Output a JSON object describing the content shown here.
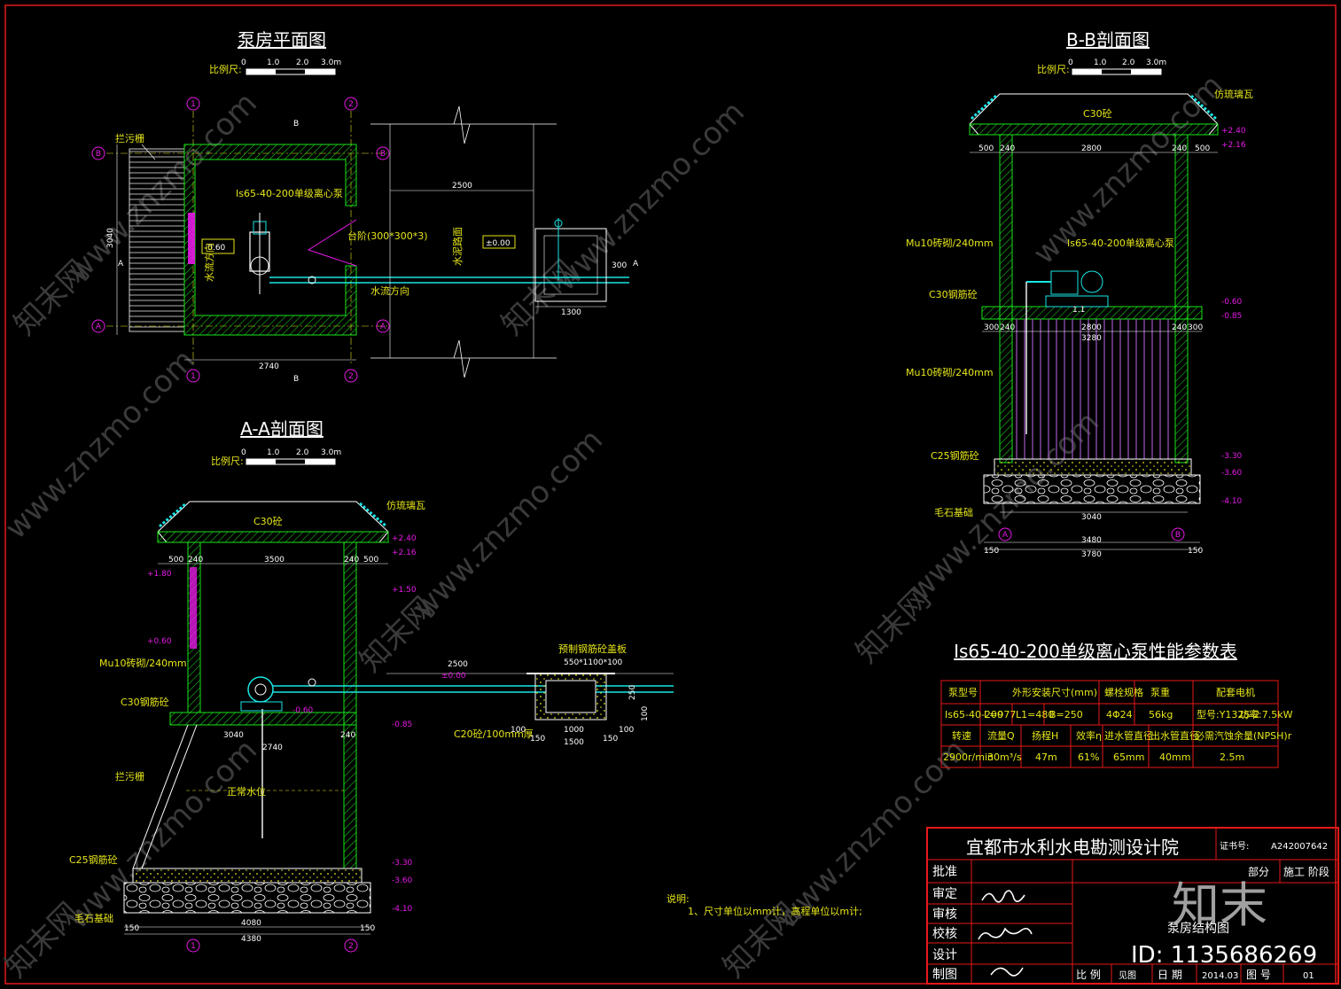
{
  "titles": {
    "plan": "泵房平面图",
    "bb": "B-B剖面图",
    "aa": "A-A剖面图",
    "table": "Is65-40-200单级离心泵性能参数表"
  },
  "scale": {
    "label": "比例尺:",
    "ticks": [
      "0",
      "1.0",
      "2.0",
      "3.0m"
    ]
  },
  "plan": {
    "grate": "拦污栅",
    "pump": "Is65-40-200单级离心泵",
    "step": "台阶(300*300*3)",
    "flow1": "水流方向",
    "flow2": "水流方向",
    "elev_neg": "-0.60",
    "elev_zero": "±0.00",
    "road": "水泥路面",
    "dim_2740": "2740",
    "dim_3040": "3040",
    "dim_2500": "2500",
    "dim_1300": "1300",
    "dim_300": "300",
    "axis1": "1",
    "axis2": "2",
    "axisA": "A",
    "axisB": "B",
    "secA": "A",
    "secB": "B"
  },
  "bb": {
    "tile": "仿琉璃瓦",
    "roof": "C30砼",
    "brick1": "Mu10砖砌/240mm",
    "pump": "Is65-40-200单级离心泵",
    "slab": "C30钢筋砼",
    "brick2": "Mu10砖砌/240mm",
    "base": "C25钢筋砼",
    "rubble": "毛石基础",
    "e1": "+2.40",
    "e2": "+2.16",
    "e3": "-0.60",
    "e4": "-0.85",
    "e5": "-3.30",
    "e6": "-3.60",
    "e7": "-4.10",
    "d_top": [
      "500",
      "240",
      "2800",
      "240",
      "500"
    ],
    "d_mid": [
      "300",
      "240",
      "2800",
      "240",
      "300"
    ],
    "d_3280": "3280",
    "d_3040": "3040",
    "d_3480": "3480",
    "d_3780": "3780",
    "d_150": "150",
    "d_pump": "1.1"
  },
  "aa": {
    "tile": "仿琉璃瓦",
    "roof": "C30砼",
    "brick": "Mu10砖砌/240mm",
    "slab": "C30钢筋砼",
    "grate": "拦污栅",
    "water": "正常水位",
    "base": "C25钢筋砼",
    "rubble": "毛石基础",
    "cover": "预制钢筋砼盖板",
    "cover_size": "550*1100*100",
    "pit": "C20砼/100mm厚",
    "e1": "+2.40",
    "e2": "+2.16",
    "e3": "+1.80",
    "e4": "+1.50",
    "e5": "+0.60",
    "e6": "-0.60",
    "e7": "-0.85",
    "e8": "-3.30",
    "e9": "-3.60",
    "e10": "-4.10",
    "e11": "±0.00",
    "d_top": [
      "500",
      "240",
      "3500",
      "240",
      "500"
    ],
    "d_3040": "3040",
    "d_2740": "2740",
    "d_2500": "2500",
    "d_240": "240",
    "d_4080": "4080",
    "d_4380": "4380",
    "d_150": "150",
    "d_pit": [
      "100",
      "150",
      "1000",
      "1500",
      "100",
      "150"
    ],
    "d_pit_v": [
      "250",
      "100"
    ]
  },
  "note": {
    "title": "说明:",
    "line1": "1、尺寸单位以mm计，高程单位以m计;"
  },
  "table": {
    "h1": [
      "泵型号",
      "外形安装尺寸(mm)",
      "螺栓规格",
      "泵重",
      "配套电机"
    ],
    "r1": [
      "Is65-40-200",
      "L=977",
      "L1=480",
      "B=250",
      "4Φ24",
      "56kg",
      "型号:Y132S-2",
      "功率:7.5kW"
    ],
    "h2": [
      "转速",
      "流量Q",
      "扬程H",
      "效率η",
      "进水管直径",
      "出水管直径",
      "必需汽蚀余量(NPSH)r"
    ],
    "r2": [
      "2900r/min",
      "30m³/s",
      "47m",
      "61%",
      "65mm",
      "40mm",
      "2.5m"
    ]
  },
  "titleblock": {
    "org": "宜都市水利水电勘测设计院",
    "cert_label": "证书号:",
    "cert": "A242007642",
    "part": "部分",
    "stage": "施工 阶段",
    "rows": [
      "批准",
      "审定",
      "审核",
      "校核",
      "设计",
      "制图"
    ],
    "drawing": "泵房结构图",
    "scale_label": "比 例",
    "scale_val": "见图",
    "date_label": "日 期",
    "date_val": "2014.03",
    "no_label": "图 号",
    "no_val": "01"
  },
  "watermark": {
    "brand": "知末网",
    "site": "www.znzmo.com",
    "logo": "知末",
    "id": "ID: 1135686269"
  },
  "colors": {
    "bg": "#000000",
    "green": "#19e619",
    "yellow": "#e6e619",
    "magenta": "#e619e6",
    "red": "#e61919",
    "cyan": "#19e6e6"
  }
}
